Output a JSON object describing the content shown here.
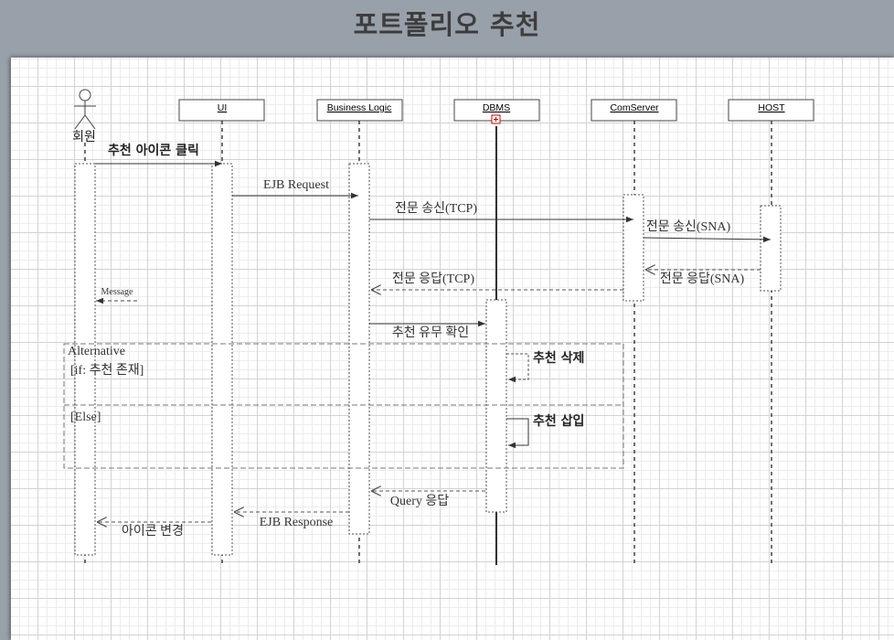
{
  "title": "포트폴리오 추천",
  "actor": {
    "label": "회원"
  },
  "lifelines": {
    "ui": "UI",
    "business_logic": "Business Logic",
    "dbms": "DBMS",
    "comserver": "ComServer",
    "host": "HOST"
  },
  "messages": {
    "click_icon": "추천 아이콘 클릭",
    "ejb_request": "EJB Request",
    "send_tcp": "전문 송신(TCP)",
    "send_sna": "전문 송신(SNA)",
    "reply_sna": "전문 응답(SNA)",
    "reply_tcp": "전문 응답(TCP)",
    "message": "Message",
    "check_reco": "추천 유무 확인",
    "delete_reco": "추천 삭제",
    "insert_reco": "추천 삽입",
    "query_reply": "Query 응답",
    "ejb_response": "EJB Response",
    "icon_change": "아이콘 변경"
  },
  "fragment": {
    "name": "Alternative",
    "guard_if": "[if: 추천 존재]",
    "guard_else": "[Else]"
  },
  "colors": {
    "background": "#98a0aa",
    "canvas": "#ffffff",
    "grid": "#d3d3d3",
    "line": "#333333"
  }
}
